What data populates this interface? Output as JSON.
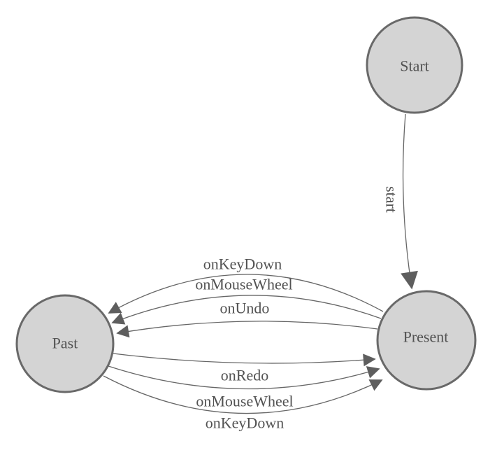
{
  "diagram": {
    "type": "finite-state-machine",
    "colors": {
      "background": "#ffffff",
      "node_fill": "#d4d4d4",
      "node_stroke": "#696969",
      "edge_stroke": "#666666",
      "arrow_fill": "#5e5e5e",
      "label_color": "#525252"
    },
    "nodes": [
      {
        "id": "start",
        "label": "Start"
      },
      {
        "id": "past",
        "label": "Past"
      },
      {
        "id": "present",
        "label": "Present"
      }
    ],
    "edges": [
      {
        "id": "start-to-present",
        "from": "Start",
        "to": "Present",
        "label": "start"
      },
      {
        "id": "present-to-past-keydown",
        "from": "Present",
        "to": "Past",
        "label": "onKeyDown"
      },
      {
        "id": "present-to-past-mousewheel",
        "from": "Present",
        "to": "Past",
        "label": "onMouseWheel"
      },
      {
        "id": "present-to-past-undo",
        "from": "Present",
        "to": "Past",
        "label": "onUndo"
      },
      {
        "id": "past-to-present-redo",
        "from": "Past",
        "to": "Present",
        "label": "onRedo"
      },
      {
        "id": "past-to-present-mousewheel",
        "from": "Past",
        "to": "Present",
        "label": "onMouseWheel"
      },
      {
        "id": "past-to-present-keydown",
        "from": "Past",
        "to": "Present",
        "label": "onKeyDown"
      }
    ]
  }
}
